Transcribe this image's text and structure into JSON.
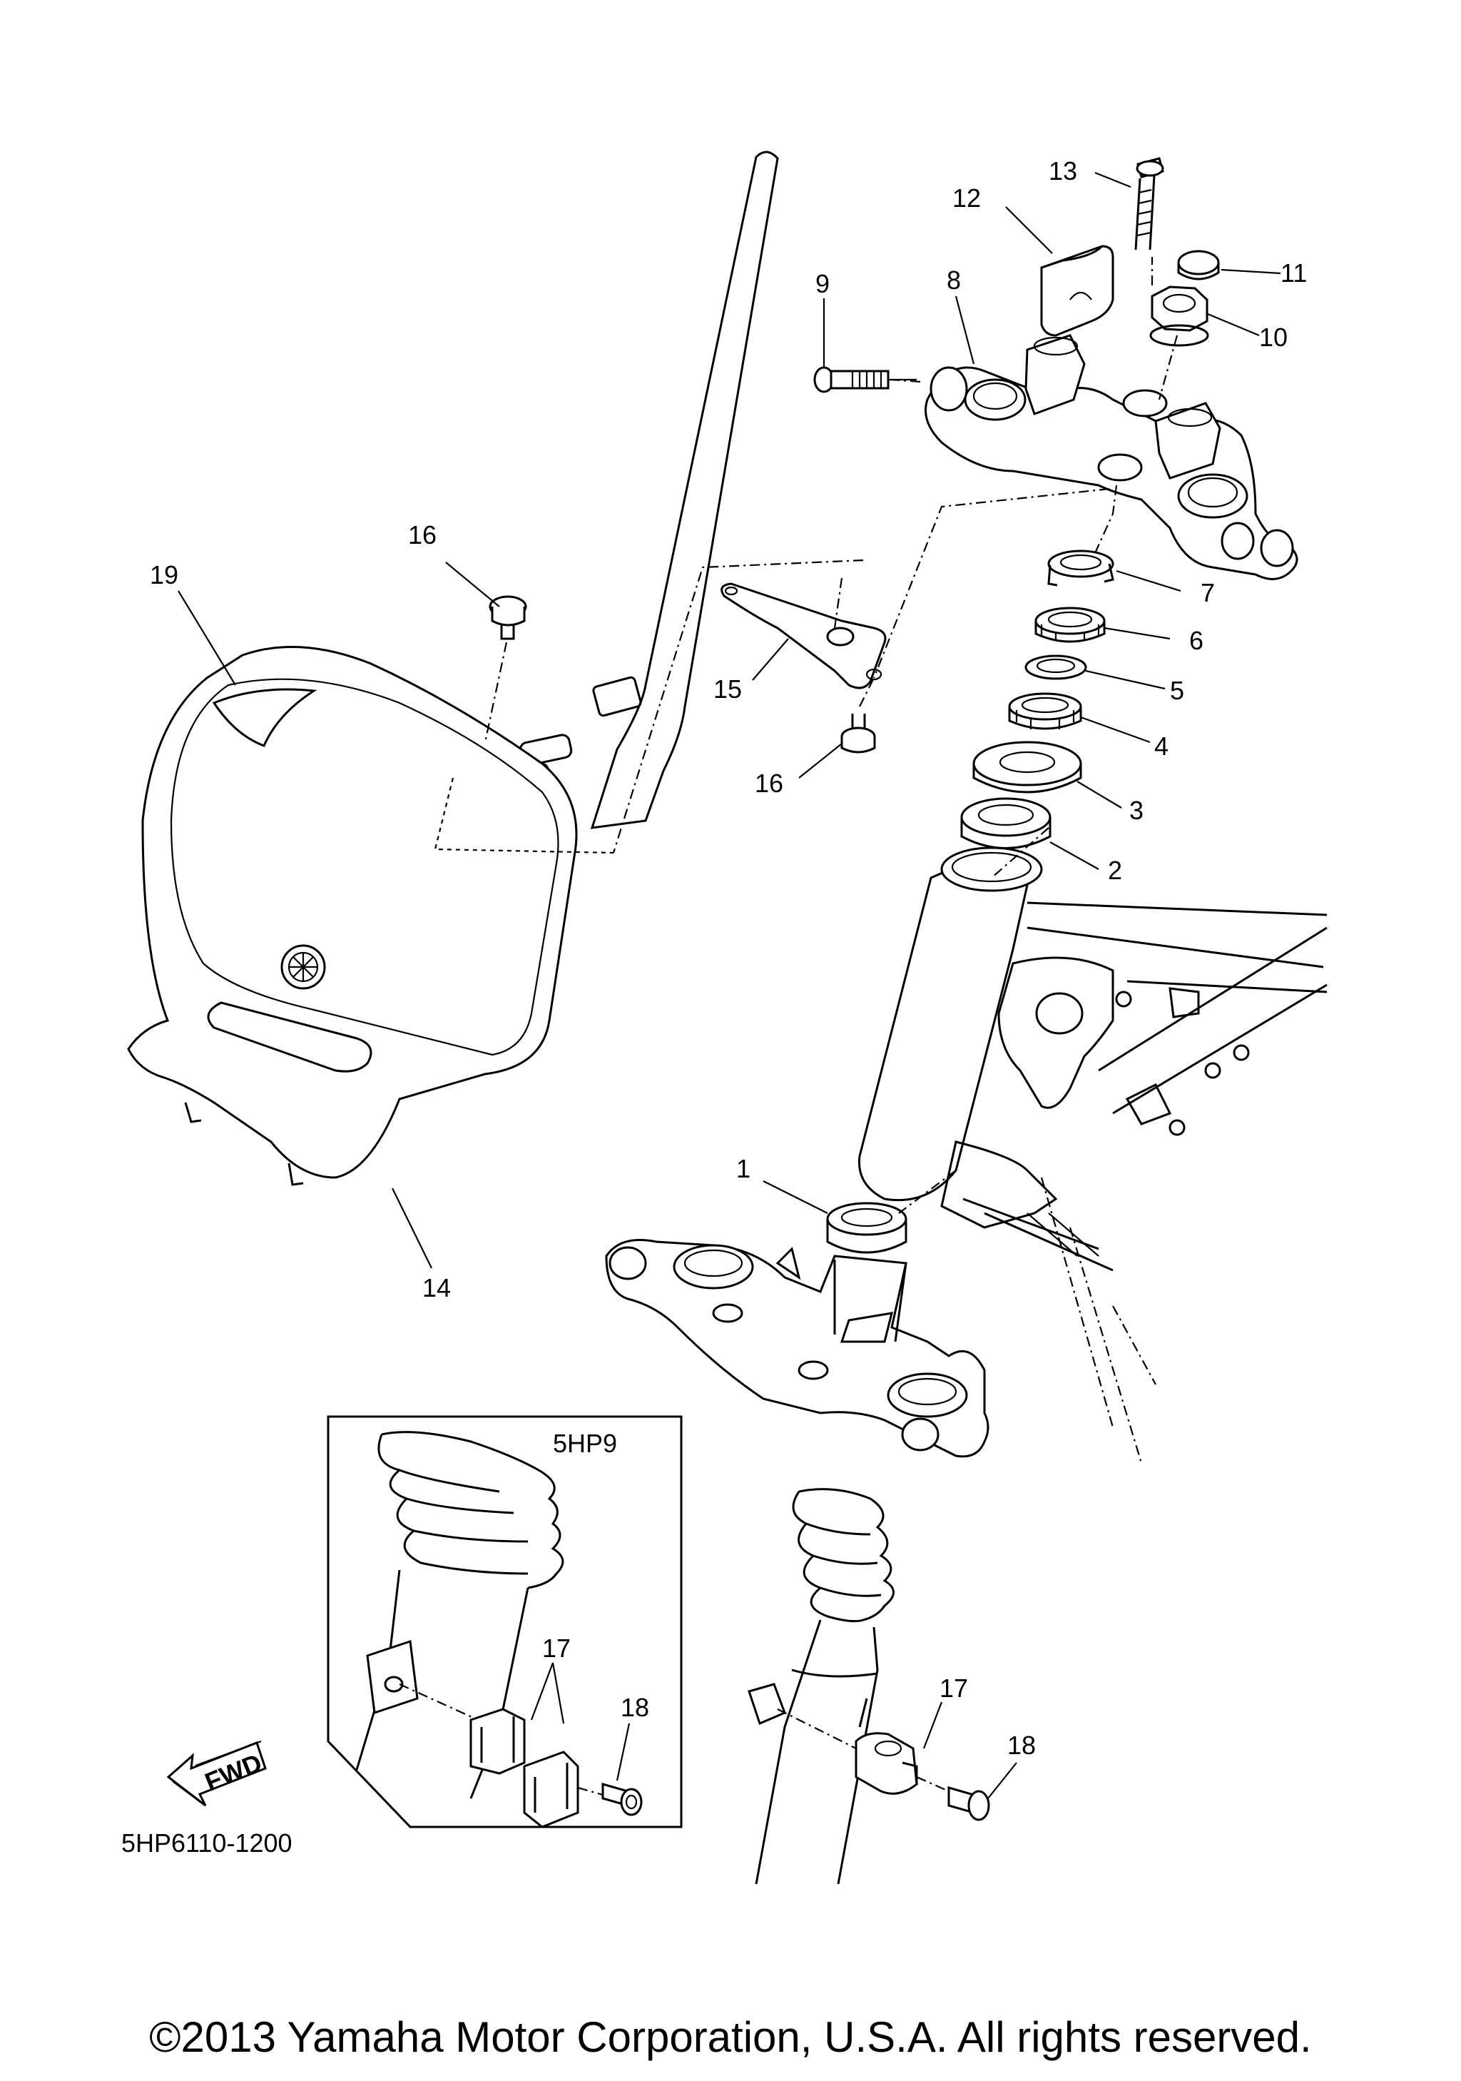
{
  "diagram": {
    "callouts": [
      {
        "id": "1",
        "label": "1"
      },
      {
        "id": "2",
        "label": "2"
      },
      {
        "id": "3",
        "label": "3"
      },
      {
        "id": "4",
        "label": "4"
      },
      {
        "id": "5",
        "label": "5"
      },
      {
        "id": "6",
        "label": "6"
      },
      {
        "id": "7",
        "label": "7"
      },
      {
        "id": "8",
        "label": "8"
      },
      {
        "id": "9",
        "label": "9"
      },
      {
        "id": "10",
        "label": "10"
      },
      {
        "id": "11",
        "label": "11"
      },
      {
        "id": "12",
        "label": "12"
      },
      {
        "id": "13",
        "label": "13"
      },
      {
        "id": "14",
        "label": "14"
      },
      {
        "id": "15",
        "label": "15"
      },
      {
        "id": "16a",
        "label": "16"
      },
      {
        "id": "16b",
        "label": "16"
      },
      {
        "id": "17a",
        "label": "17"
      },
      {
        "id": "17b",
        "label": "17"
      },
      {
        "id": "18a",
        "label": "18"
      },
      {
        "id": "18b",
        "label": "18"
      },
      {
        "id": "19",
        "label": "19"
      }
    ],
    "inset_label": "5HP9",
    "fwd_label": "FWD",
    "diagram_code": "5HP6110-1200"
  },
  "footer": {
    "copyright": "©2013 Yamaha Motor Corporation, U.S.A. All rights reserved."
  }
}
